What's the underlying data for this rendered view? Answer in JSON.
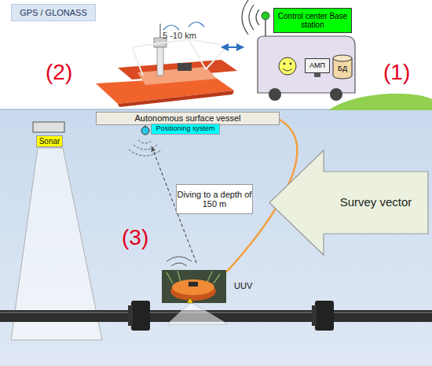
{
  "diagram": {
    "nodes": [
      {
        "text": [
          "GPS / GLONASS"
        ]
      },
      {
        "text": [
          "Control center Base station"
        ]
      },
      {
        "text": [
          "АМП"
        ]
      },
      {
        "text": [
          "БД"
        ]
      },
      {
        "text": [
          "Autonomous surface vessel"
        ]
      },
      {
        "text": [
          "Positioning system"
        ]
      },
      {
        "text": [
          "Sonar"
        ]
      },
      {
        "text": [
          "Diving to a depth of 150 m"
        ]
      },
      {
        "text": [
          "Survey vector"
        ]
      }
    ],
    "labels": [
      "(2)",
      "5 -10 km",
      "(1)",
      "(3)",
      "UUV"
    ]
  }
}
